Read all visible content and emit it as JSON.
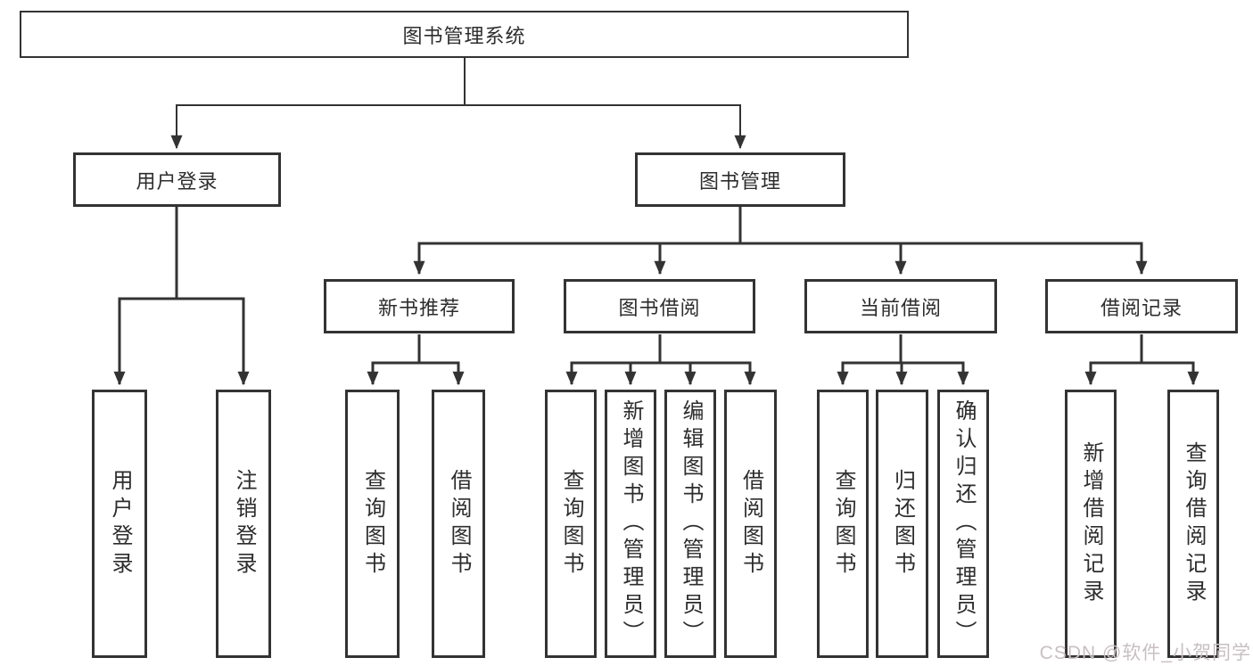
{
  "colors": {
    "line": "#333333",
    "box_border": "#333333",
    "text": "#2d2d2d",
    "background": "#ffffff",
    "watermark": "#c8bfc3"
  },
  "tree": {
    "root": "图书管理系统",
    "branches": [
      {
        "label": "用户登录",
        "children": [
          "用户登录",
          "注销登录"
        ]
      },
      {
        "label": "图书管理",
        "groups": [
          {
            "label": "新书推荐",
            "children": [
              "查询图书",
              "借阅图书"
            ]
          },
          {
            "label": "图书借阅",
            "children": [
              "查询图书",
              "新增图书（管理员）",
              "编辑图书（管理员）",
              "借阅图书"
            ]
          },
          {
            "label": "当前借阅",
            "children": [
              "查询图书",
              "归还图书",
              "确认归还（管理员）"
            ]
          },
          {
            "label": "借阅记录",
            "children": [
              "新增借阅记录",
              "查询借阅记录"
            ]
          }
        ]
      }
    ]
  },
  "watermark": "CSDN @软件_小贺同学"
}
